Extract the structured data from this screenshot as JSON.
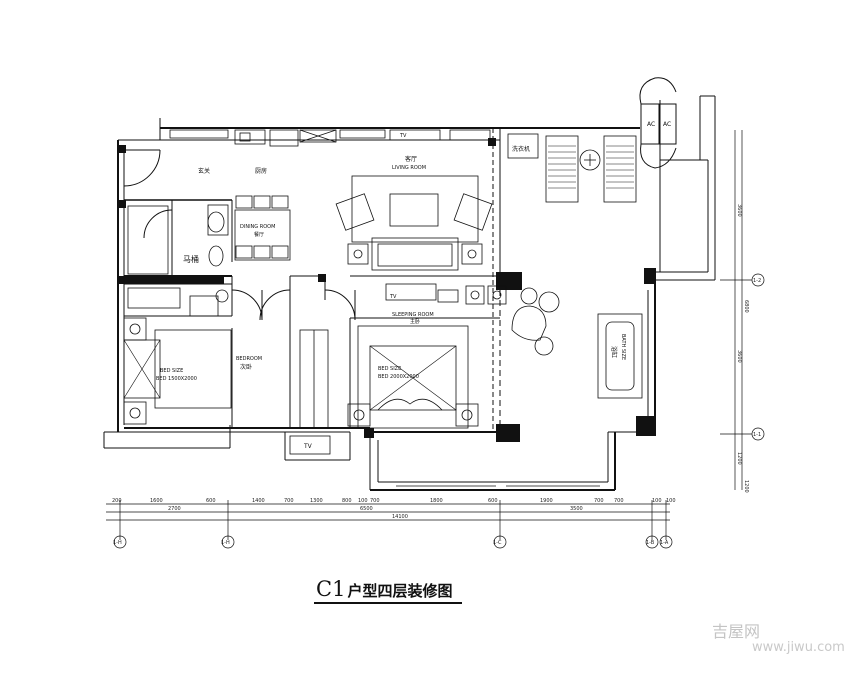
{
  "title": {
    "code": "C1",
    "text": "户型四层装修图"
  },
  "rooms": {
    "foyer": "玄关",
    "kitchen": "厨房",
    "living_cn": "客厅",
    "living_en": "LIVING ROOM",
    "dining_en": "DINING ROOM",
    "dining_cn": "餐厅",
    "toilet": "马桶",
    "bedroom_en": "BEDROOM",
    "bedroom_cn": "次卧",
    "sleeping_en": "SLEEPING ROOM",
    "sleeping_cn": "主卧",
    "washer": "洗衣机",
    "ac1": "AC",
    "ac2": "AC",
    "tv1": "TV",
    "tv2": "TV",
    "tv3": "TV"
  },
  "beds": {
    "second_line1": "BED SIZE",
    "second_line2": "BED 1500X2000",
    "master_line1": "BED SIZE",
    "master_line2": "BED 2000X2000",
    "bath_line1": "BATH SIZE",
    "bath_line2": "浴缸"
  },
  "dimensions": {
    "top_row": [
      "200",
      "1600",
      "600",
      "1400",
      "700",
      "1300",
      "800",
      "100",
      "700",
      "1800",
      "600",
      "1900",
      "700",
      "700",
      "100",
      "100"
    ],
    "second_row": [
      "2700",
      "6500",
      "3500"
    ],
    "total": "14100",
    "right_col": [
      "3600",
      "6800",
      "3600",
      "1200",
      "1200"
    ]
  },
  "axes": {
    "bottom": [
      "1-H",
      "1-H",
      "1-C",
      "1-B",
      "1-A"
    ],
    "right": [
      "1-2",
      "1-1"
    ]
  },
  "watermark": {
    "line1": "吉屋网",
    "line2": "www.jiwu.com"
  }
}
